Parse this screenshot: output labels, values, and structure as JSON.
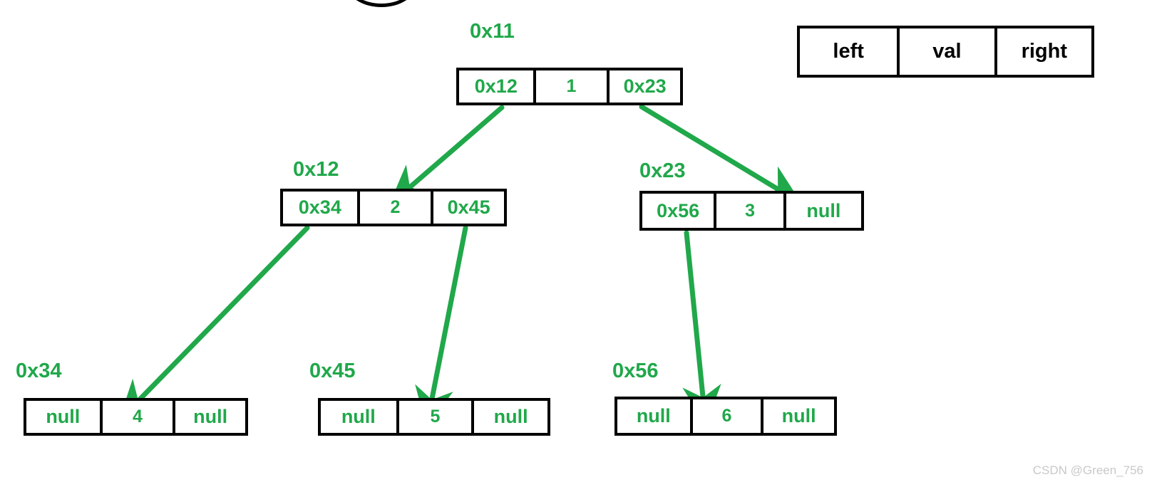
{
  "diagram": {
    "title_watermark": "CSDN @Green_756",
    "accent_color": "#20a84a",
    "line_color": "#000000",
    "background": "#ffffff",
    "legend": {
      "name": "node-struct-legend",
      "cells": [
        {
          "label": "left"
        },
        {
          "label": "val"
        },
        {
          "label": "right"
        }
      ]
    },
    "nodes": [
      {
        "id": "node-0x11",
        "address": "0x11",
        "left": "0x12",
        "val": "1",
        "right": "0x23"
      },
      {
        "id": "node-0x12",
        "address": "0x12",
        "left": "0x34",
        "val": "2",
        "right": "0x45"
      },
      {
        "id": "node-0x23",
        "address": "0x23",
        "left": "0x56",
        "val": "3",
        "right": "null"
      },
      {
        "id": "node-0x34",
        "address": "0x34",
        "left": "null",
        "val": "4",
        "right": "null"
      },
      {
        "id": "node-0x45",
        "address": "0x45",
        "left": "null",
        "val": "5",
        "right": "null"
      },
      {
        "id": "node-0x56",
        "address": "0x56",
        "left": "null",
        "val": "6",
        "right": "null"
      }
    ],
    "edges": [
      {
        "id": "edge-0x11-left-to-0x12",
        "from": "0x11",
        "from_field": "left",
        "to": "0x12"
      },
      {
        "id": "edge-0x11-right-to-0x23",
        "from": "0x11",
        "from_field": "right",
        "to": "0x23"
      },
      {
        "id": "edge-0x12-left-to-0x34",
        "from": "0x12",
        "from_field": "left",
        "to": "0x34"
      },
      {
        "id": "edge-0x12-right-to-0x45",
        "from": "0x12",
        "from_field": "right",
        "to": "0x45"
      },
      {
        "id": "edge-0x23-left-to-0x56",
        "from": "0x23",
        "from_field": "left",
        "to": "0x56"
      }
    ]
  }
}
